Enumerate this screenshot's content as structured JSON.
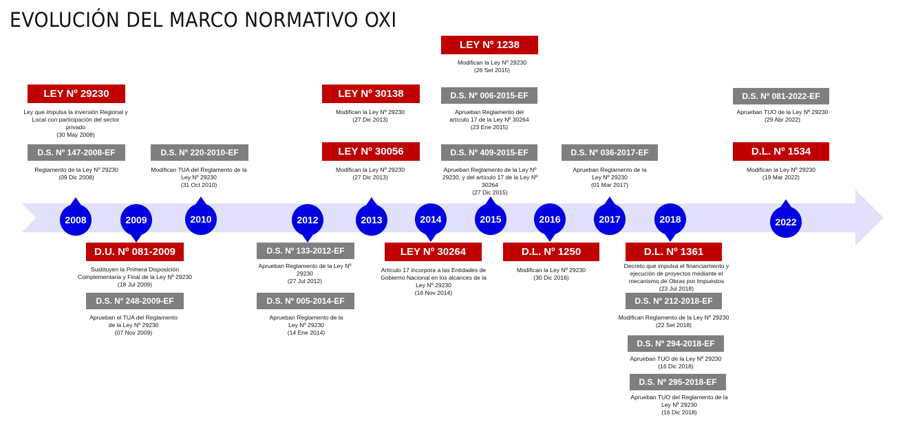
{
  "title": "EVOLUCIÓN DEL MARCO NORMATIVO OXI",
  "years": [
    "2008",
    "2009",
    "2010",
    "2012",
    "2013",
    "2014",
    "2015",
    "2016",
    "2017",
    "2018",
    "2022"
  ],
  "colors": {
    "red": "#c00000",
    "gray": "#7f7f7f",
    "timeline_blue": "#0000e0",
    "arrow": "#e1e1fb"
  },
  "events": [
    {
      "label": "LEY Nº 29230",
      "lines": [
        "Ley que impulsa la inversión Regional y",
        "Local con participación del sector",
        "privado",
        "(30 May 2008)"
      ]
    },
    {
      "label": "D.S. Nº 147-2008-EF",
      "lines": [
        "Reglamento de la Ley Nº 29230",
        "(09 Dic 2008)"
      ]
    },
    {
      "label": "D.S. Nº 220-2010-EF",
      "lines": [
        "Modifican TUA del Reglamento de la",
        "Ley Nº 29230",
        "(31 Oct 2010)"
      ]
    },
    {
      "label": "LEY Nº 30138",
      "lines": [
        "Modifican la Ley Nº 29230",
        "(27 Dic 2013)"
      ]
    },
    {
      "label": "LEY Nº 30056",
      "lines": [
        "Modifican la Ley Nº 29230",
        "(27 Dic 2013)"
      ]
    },
    {
      "label": "LEY Nº 1238",
      "lines": [
        "Modifican la Ley Nº 29230",
        "(26 Set 2015)"
      ]
    },
    {
      "label": "D.S. Nº 006-2015-EF",
      "lines": [
        "Aprueban Reglamento del",
        "artículo 17 de la Ley Nº 30264",
        "(23 Ene 2015)"
      ]
    },
    {
      "label": "D.S. Nº 409-2015-EF",
      "lines": [
        "Aprueban Reglamento de la Ley Nº",
        "29230, y del artículo 17 de la Ley Nº",
        "30264",
        "(27 Dic 2015)"
      ]
    },
    {
      "label": "D.S. Nº 036-2017-EF",
      "lines": [
        "Aprueban Reglamento de la",
        "Ley Nº 29230",
        "(01 Mar 2017)"
      ]
    },
    {
      "label": "D.S. Nº 081-2022-EF",
      "lines": [
        "Aprueban TUO de la Ley Nº 29230",
        "(29 Abr 2022)"
      ]
    },
    {
      "label": "D.L. Nº 1534",
      "lines": [
        "Modifican la Ley Nº 29230",
        "(19 Mar 2022)"
      ]
    },
    {
      "label": "D.U. Nº 081-2009",
      "lines": [
        "Sustituyen la Primera Disposición",
        "Complementaria y Final de la Ley Nº 29230",
        "(18 Jul 2009)"
      ]
    },
    {
      "label": "D.S. Nº 248-2009-EF",
      "lines": [
        "Aprueban el TUA del Reglamento",
        "de la Ley Nº 29230",
        "(07 Nov 2009)"
      ]
    },
    {
      "label": "D.S. Nº 133-2012-EF",
      "lines": [
        "Aprueban Reglamento de la Ley Nº",
        "29230",
        "(27 Jul 2012)"
      ]
    },
    {
      "label": "D.S. Nº 005-2014-EF",
      "lines": [
        "Aprueban Reglamento de la",
        "Ley Nº 29230",
        "(14 Ene 2014)"
      ]
    },
    {
      "label": "LEY Nº 30264",
      "lines": [
        "Artículo 17 incorpora a las Entidades de",
        "Gobierno Nacional en los alcances de la",
        "Ley Nº 29230",
        "(16 Nov 2014)"
      ]
    },
    {
      "label": "D.L. Nº 1250",
      "lines": [
        "Modifican la Ley Nº 29230",
        "(30 Dic 2016)"
      ]
    },
    {
      "label": "D.L. Nº 1361",
      "lines": [
        "Decreto que impulsa el financiamiento y",
        "ejecución de proyectos mediante el",
        "mecanismo de Obras por Impuestos",
        "(23 Jul 2018)"
      ]
    },
    {
      "label": "D.S. Nº 212-2018-EF",
      "lines": [
        "Modifican Reglamento de la Ley Nº 29230",
        "(22 Set 2018)"
      ]
    },
    {
      "label": "D.S. Nº 294-2018-EF",
      "lines": [
        "Aprueban TUO de la Ley Nº 29230",
        "(16 Dic 2018)"
      ]
    },
    {
      "label": "D.S. Nº 295-2018-EF",
      "lines": [
        "Aprueban TUO del Reglamento de la",
        "Ley Nº 29230",
        "(16 Dic 2018)"
      ]
    }
  ]
}
